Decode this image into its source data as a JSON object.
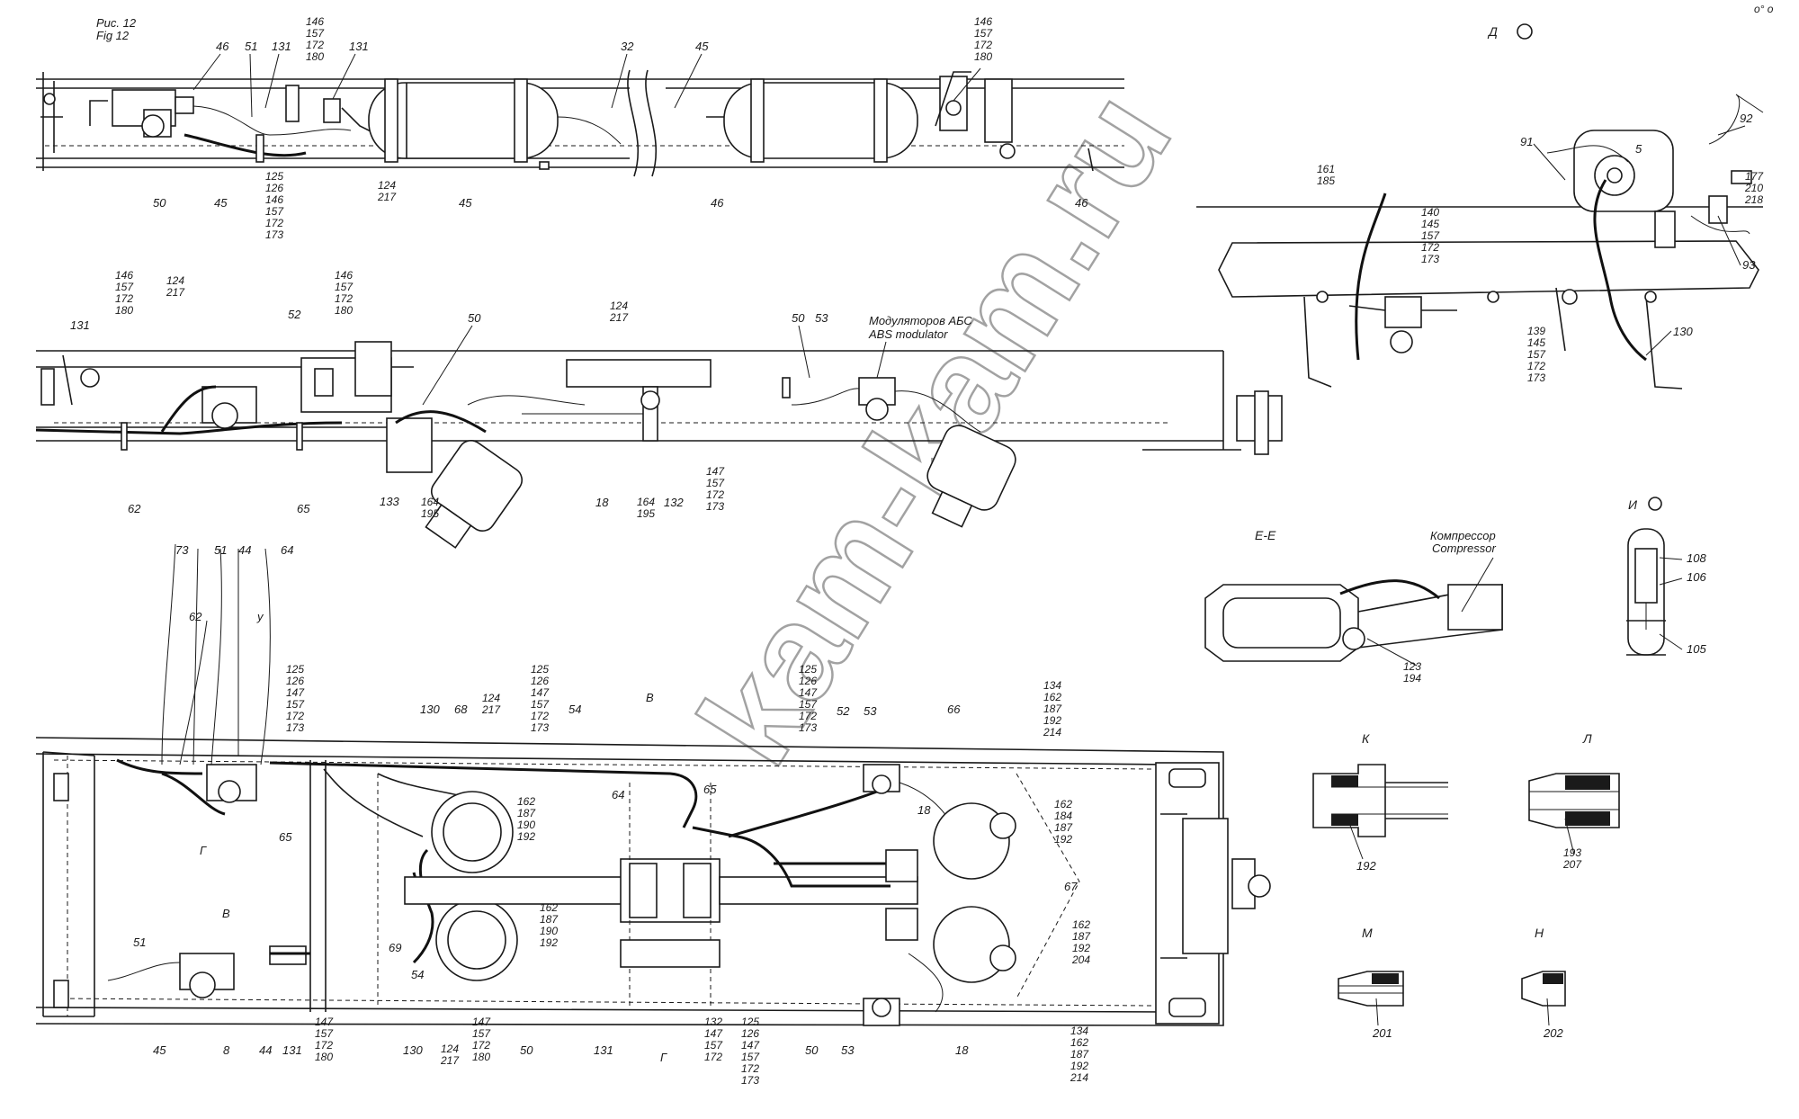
{
  "figure": {
    "fig_ref": [
      "Рис. 12",
      "Fig 12"
    ],
    "watermark": "kam-kam.ru",
    "top_right_mark": "o° o"
  },
  "labels": {
    "view_d": "Д",
    "view_ee": "Е-Е",
    "view_i": "И",
    "view_k": "К",
    "view_l": "Л",
    "view_m": "М",
    "view_n": "Н",
    "arrow_v": "В",
    "arrow_g": "Г",
    "arrow_y": "у",
    "modulator_ru": "Модуляторов АБС",
    "modulator_en": "ABS modulator",
    "compressor_ru": "Компрессор",
    "compressor_en": "Compressor",
    "l1_46": "46",
    "l1_51": "51",
    "l1_131a": "131",
    "l1_146g": "146\n157\n172\n180",
    "l1_131b": "131",
    "l1_32": "32",
    "l1_45a": "45",
    "l1_146g2": "146\n157\n172\n180",
    "l1_50": "50",
    "l1_45b": "45",
    "l1_125g": "125\n126\n146\n157\n172\n173",
    "l1_124g": "124\n217",
    "l1_45c": "45",
    "l1_46b": "46",
    "l1_46c": "46",
    "d_161": "161\n185",
    "d_140": "140\n145\n157\n172\n173",
    "d_91": "91",
    "d_5": "5",
    "d_92": "92",
    "d_177": "177\n210\n218",
    "d_93": "93",
    "d_139": "139\n145\n157\n172\n173",
    "d_130": "130",
    "m_146": "146\n157\n172\n180",
    "m_124": "124\n217",
    "m_131": "131",
    "m_52": "52",
    "m_146b": "146\n157\n172\n180",
    "m_50a": "50",
    "m_124b": "124\n217",
    "m_50b": "50",
    "m_53": "53",
    "m_62": "62",
    "m_65": "65",
    "m_133": "133",
    "m_164a": "164\n195",
    "m_18": "18",
    "m_164b": "164\n195",
    "m_132": "132",
    "m_147": "147\n157\n172\n173",
    "c_73": "73",
    "c_51": "51",
    "c_44": "44",
    "c_64": "64",
    "c_62": "62",
    "e_123": "123\n194",
    "i_108": "108",
    "i_106": "106",
    "i_105": "105",
    "k_192": "192",
    "l_193": "193\n207",
    "m_201": "201",
    "n_202": "202",
    "b_125a": "125\n126\n147\n157\n172\n173",
    "b_125b": "125\n126\n147\n157\n172\n173",
    "b_125c": "125\n126\n147\n157\n172\n173",
    "b_130a": "130",
    "b_68": "68",
    "b_124a": "124\n217",
    "b_54a": "54",
    "b_52": "52",
    "b_53": "53",
    "b_66": "66",
    "b_134a": "134\n162\n187\n192\n214",
    "b_64": "64",
    "b_65a": "65",
    "b_65b": "65",
    "b_162a": "162\n187\n190\n192",
    "b_18a": "18",
    "b_162b": "162\n184\n187\n192",
    "b_67": "67",
    "b_162c": "162\n187\n190\n192",
    "b_69": "69",
    "b_54b": "54",
    "b_162d": "162\n187\n192\n204",
    "b_51": "51",
    "b_45": "45",
    "b_8": "8",
    "b_44": "44",
    "b_131a": "131",
    "b_147a": "147\n157\n172\n180",
    "b_130b": "130",
    "b_124b": "124\n217",
    "b_147b": "147\n157\n172\n180",
    "b_50a": "50",
    "b_131b": "131",
    "b_132": "132\n147\n157\n172",
    "b_125d": "125\n126\n147\n157\n172\n173",
    "b_50b": "50",
    "b_53b": "53",
    "b_18b": "18",
    "b_134b": "134\n162\n187\n192\n214"
  }
}
